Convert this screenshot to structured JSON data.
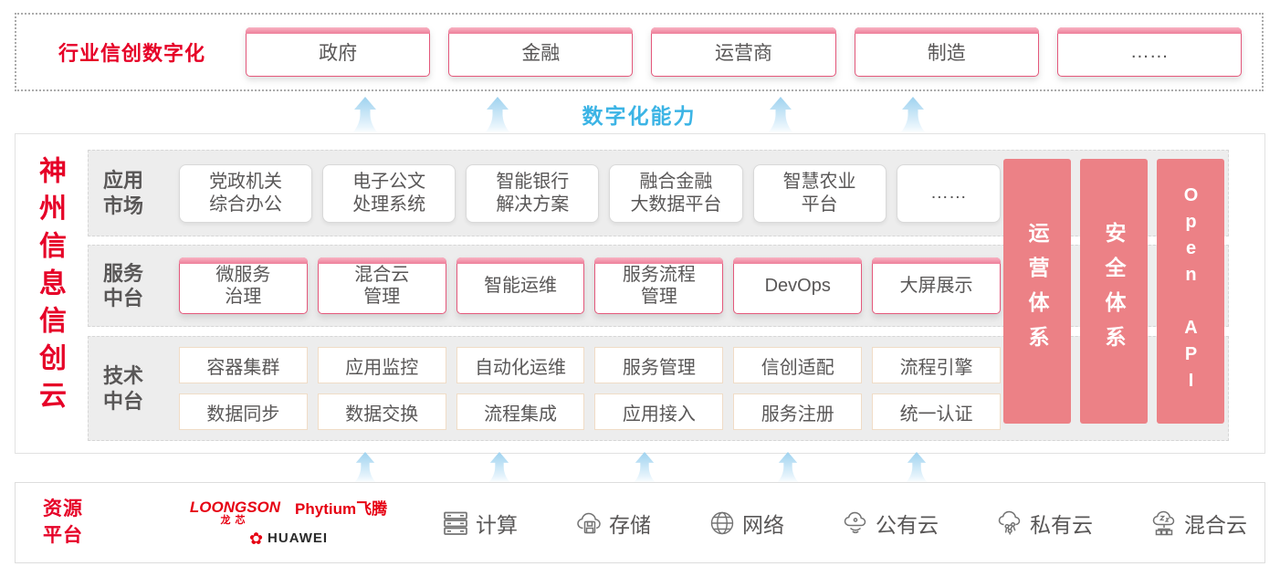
{
  "top_band": {
    "title": "行业信创数字化",
    "boxes": [
      "政府",
      "金融",
      "运营商",
      "制造",
      "……"
    ]
  },
  "digital_band": {
    "label": "数字化能力"
  },
  "main": {
    "vertical_title": "神州信息信创云",
    "rows": [
      {
        "label": "应用\n市场",
        "items": [
          "党政机关\n综合办公",
          "电子公文\n处理系统",
          "智能银行\n解决方案",
          "融合金融\n大数据平台",
          "智慧农业\n平台",
          "……"
        ]
      },
      {
        "label": "服务\n中台",
        "items": [
          "微服务\n治理",
          "混合云\n管理",
          "智能运维",
          "服务流程\n管理",
          "DevOps",
          "大屏展示"
        ]
      },
      {
        "label": "技术\n中台",
        "items_top": [
          "容器集群",
          "应用监控",
          "自动化运维",
          "服务管理",
          "信创适配",
          "流程引擎"
        ],
        "items_bottom": [
          "数据同步",
          "数据交换",
          "流程集成",
          "应用接入",
          "服务注册",
          "统一认证"
        ]
      }
    ],
    "side_bars": [
      "运营体系",
      "安全体系",
      "Open API"
    ]
  },
  "bottom": {
    "title": "资源\n平台",
    "logos": {
      "loongson": "LOONGSON",
      "loongson_cn": "龙芯",
      "phytium": "Phytium飞腾",
      "huawei": "HUAWEI",
      "huawei_mark": "✿"
    },
    "resources": [
      {
        "icon": "compute-icon",
        "label": "计算"
      },
      {
        "icon": "storage-icon",
        "label": "存储"
      },
      {
        "icon": "network-icon",
        "label": "网络"
      },
      {
        "icon": "public-cloud-icon",
        "label": "公有云"
      },
      {
        "icon": "private-cloud-icon",
        "label": "私有云"
      },
      {
        "icon": "hybrid-cloud-icon",
        "label": "混合云"
      }
    ]
  },
  "colors": {
    "accent_red": "#e60027",
    "logo_red": "#e60012",
    "bar_pink": "#ec8186",
    "box_border_pink": "#e4587b",
    "digital_blue": "#3cb4e5",
    "row_gray": "#ededed",
    "text_gray": "#595757"
  }
}
